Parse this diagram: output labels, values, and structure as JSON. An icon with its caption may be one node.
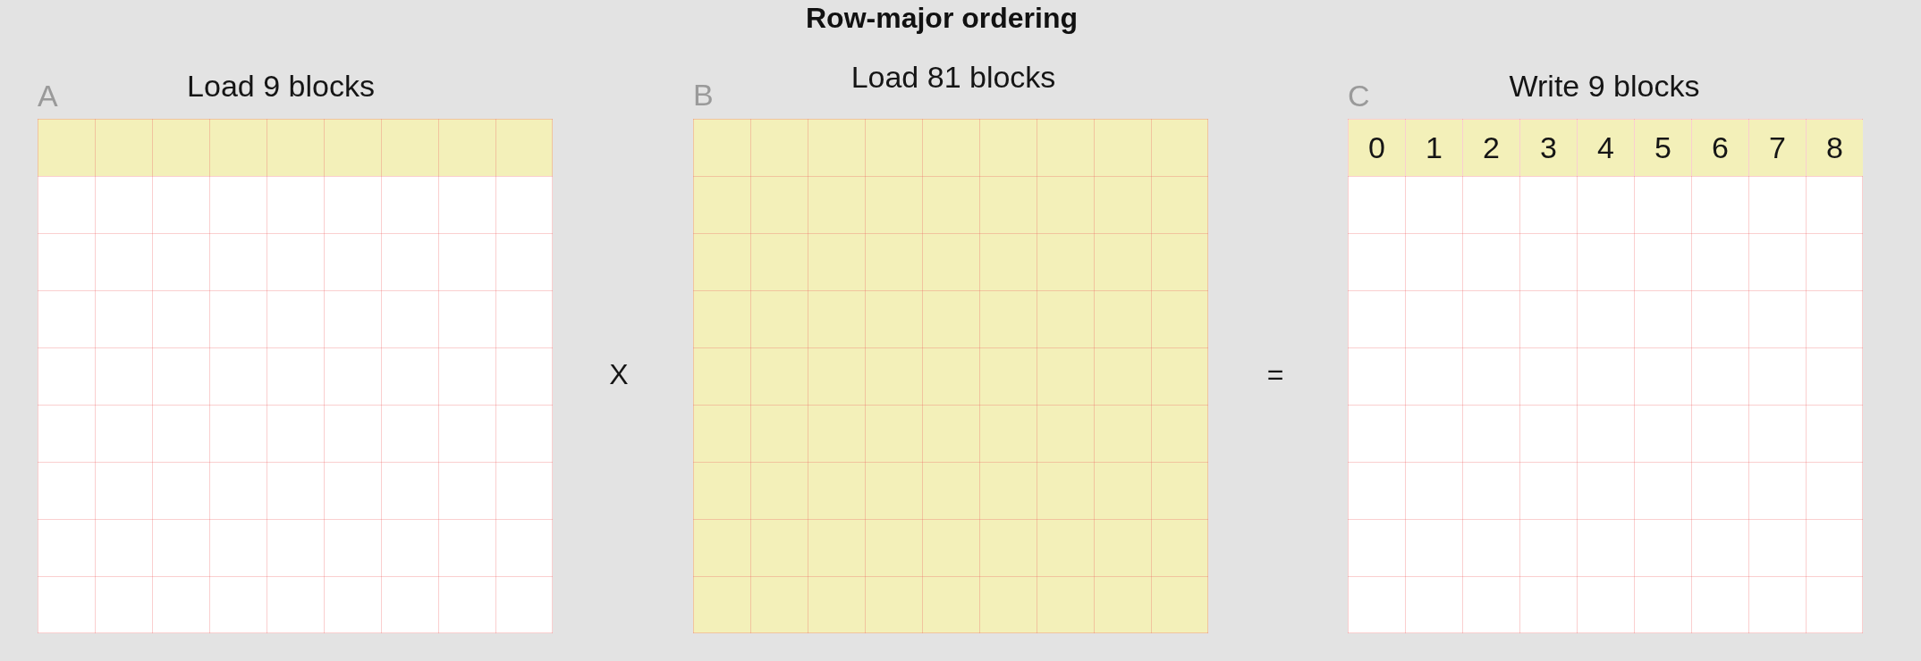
{
  "diagram": {
    "title": "Row-major ordering",
    "nodes": [
      {
        "text": [
          "A",
          "Load 9 blocks"
        ]
      },
      {
        "text": [
          "B",
          "Load 81 blocks"
        ]
      },
      {
        "text": [
          "C",
          "Write 9 blocks"
        ]
      },
      {
        "text": [
          "0"
        ],
        "in": 2
      },
      {
        "text": [
          "1"
        ],
        "in": 2
      },
      {
        "text": [
          "2"
        ],
        "in": 2
      },
      {
        "text": [
          "3"
        ],
        "in": 2
      },
      {
        "text": [
          "4"
        ],
        "in": 2
      },
      {
        "text": [
          "5"
        ],
        "in": 2
      },
      {
        "text": [
          "6"
        ],
        "in": 2
      },
      {
        "text": [
          "7"
        ],
        "in": 2
      },
      {
        "text": [
          "8"
        ],
        "in": 2
      }
    ],
    "labels": [
      "X",
      "="
    ]
  }
}
